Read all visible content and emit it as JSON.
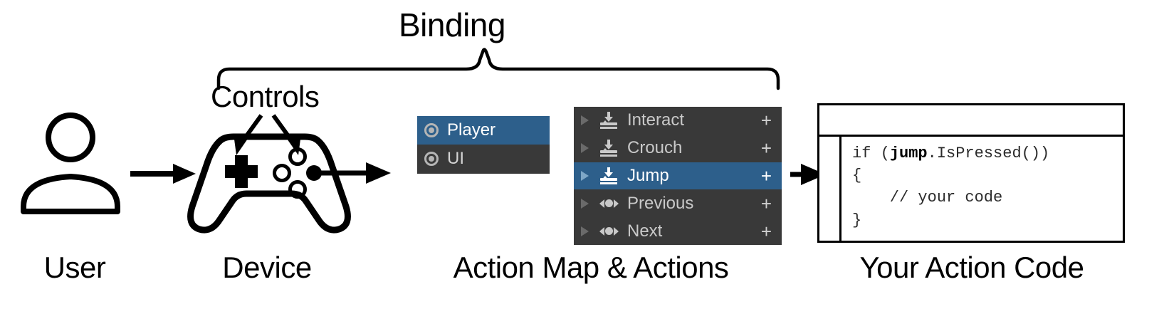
{
  "diagram": {
    "title_annotation": "Binding",
    "controls_annotation": "Controls",
    "stages": [
      {
        "key": "user",
        "caption": "User"
      },
      {
        "key": "device",
        "caption": "Device"
      },
      {
        "key": "actions",
        "caption": "Action Map & Actions"
      },
      {
        "key": "code",
        "caption": "Your Action Code"
      }
    ]
  },
  "action_map_panel": {
    "rows": [
      {
        "label": "Player",
        "icon": "action-map-icon",
        "selected": true
      },
      {
        "label": "UI",
        "icon": "action-map-icon",
        "selected": false
      }
    ]
  },
  "actions_panel": {
    "rows": [
      {
        "label": "Interact",
        "icon": "button-press-icon",
        "selected": false,
        "add": "+",
        "disclosure": "chevron-right-icon"
      },
      {
        "label": "Crouch",
        "icon": "button-press-icon",
        "selected": false,
        "add": "+",
        "disclosure": "chevron-right-icon"
      },
      {
        "label": "Jump",
        "icon": "button-press-icon",
        "selected": true,
        "add": "+",
        "disclosure": "chevron-right-icon"
      },
      {
        "label": "Previous",
        "icon": "axis-icon",
        "selected": false,
        "add": "+",
        "disclosure": "chevron-right-icon"
      },
      {
        "label": "Next",
        "icon": "axis-icon",
        "selected": false,
        "add": "+",
        "disclosure": "chevron-right-icon"
      }
    ]
  },
  "code_window": {
    "title": "",
    "lines": [
      {
        "pre": "if (",
        "bold": "jump",
        "post": ".IsPressed())"
      },
      {
        "pre": "{",
        "bold": "",
        "post": ""
      },
      {
        "pre": "    // your code",
        "bold": "",
        "post": ""
      },
      {
        "pre": "}",
        "bold": "",
        "post": ""
      }
    ]
  },
  "colors": {
    "panel_background": "#393939",
    "selection_blue": "#2d5f8b",
    "panel_text": "#c9c9c9",
    "selected_text": "#ffffff",
    "stroke": "#000000",
    "page_background": "#ffffff"
  },
  "icons": {
    "user": "user-icon",
    "device": "gamepad-icon",
    "flow_arrows": [
      "arrow-user-to-device",
      "arrow-device-to-actions",
      "arrow-actions-to-code"
    ],
    "control_arrows": [
      "arrow-controls-left",
      "arrow-controls-right"
    ],
    "brace": "curly-brace-binding"
  }
}
